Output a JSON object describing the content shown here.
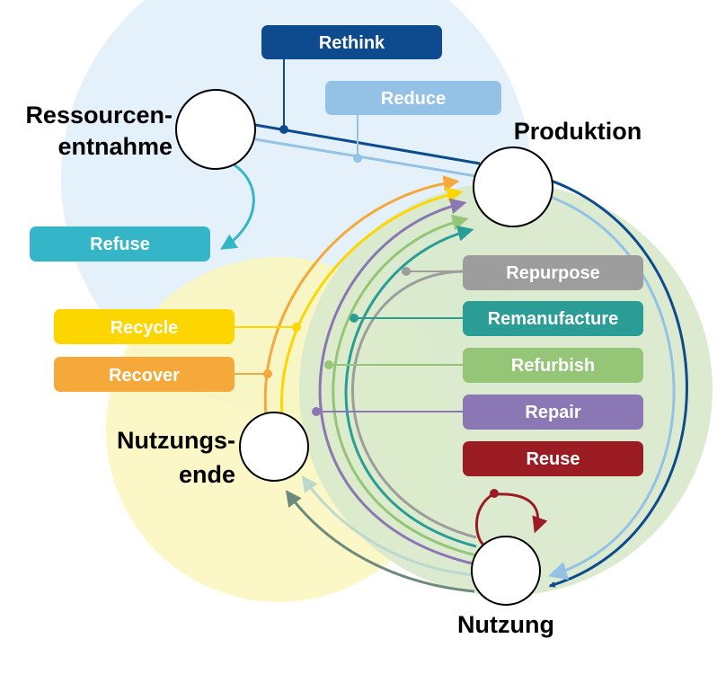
{
  "nodes": {
    "ressourcenentnahme": {
      "line1": "Ressourcen-",
      "line2": "entnahme"
    },
    "produktion": {
      "label": "Produktion"
    },
    "nutzungsende": {
      "line1": "Nutzungs-",
      "line2": "ende"
    },
    "nutzung": {
      "label": "Nutzung"
    }
  },
  "strategies": {
    "rethink": {
      "label": "Rethink",
      "color": "#0d4a8e"
    },
    "reduce": {
      "label": "Reduce",
      "color": "#93c2e6"
    },
    "refuse": {
      "label": "Refuse",
      "color": "#35b6c8"
    },
    "recycle": {
      "label": "Recycle",
      "color": "#fdd600"
    },
    "recover": {
      "label": "Recover",
      "color": "#f5a93b"
    },
    "repurpose": {
      "label": "Repurpose",
      "color": "#9d9d9d"
    },
    "remanufacture": {
      "label": "Remanufacture",
      "color": "#2a9e96"
    },
    "refurbish": {
      "label": "Refurbish",
      "color": "#95c576"
    },
    "repair": {
      "label": "Repair",
      "color": "#8b77b3"
    },
    "reuse": {
      "label": "Reuse",
      "color": "#9c1c24"
    }
  },
  "zones": {
    "blue": "#e4f1fb",
    "yellow": "#fbf6c2",
    "green": "#d9e9cb"
  }
}
